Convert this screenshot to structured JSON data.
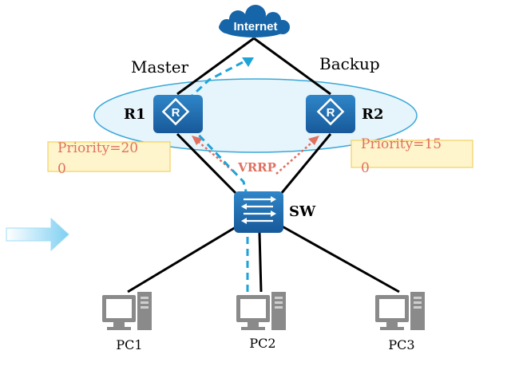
{
  "internet": {
    "label": "Internet"
  },
  "roles": {
    "master": "Master",
    "backup": "Backup"
  },
  "routers": {
    "r1": {
      "name": "R1",
      "glyph": "R"
    },
    "r2": {
      "name": "R2",
      "glyph": "R"
    }
  },
  "priorities": {
    "r1": {
      "line1": "Priority=20",
      "line2": "0"
    },
    "r2": {
      "line1": "Priority=15",
      "line2": "0"
    }
  },
  "protocol": {
    "label": "VRRP"
  },
  "switch": {
    "name": "SW"
  },
  "pcs": [
    {
      "label": "PC1"
    },
    {
      "label": "PC2"
    },
    {
      "label": "PC3"
    }
  ],
  "colors": {
    "device_blue": "#1f6aa8",
    "cloud_blue": "#1565a8",
    "path_cyan": "#1ea3d8",
    "vrrp_salmon": "#e07060",
    "priority_fill": "#fff5cc",
    "priority_border": "#f2d060",
    "ellipse_fill": "#e6f4fb",
    "ellipse_stroke": "#3aa8d8"
  },
  "icons": {
    "cloud": "cloud-icon",
    "router": "router-icon",
    "switch": "switch-icon",
    "pc": "desktop-computer-icon",
    "arrow": "right-arrow-icon"
  }
}
